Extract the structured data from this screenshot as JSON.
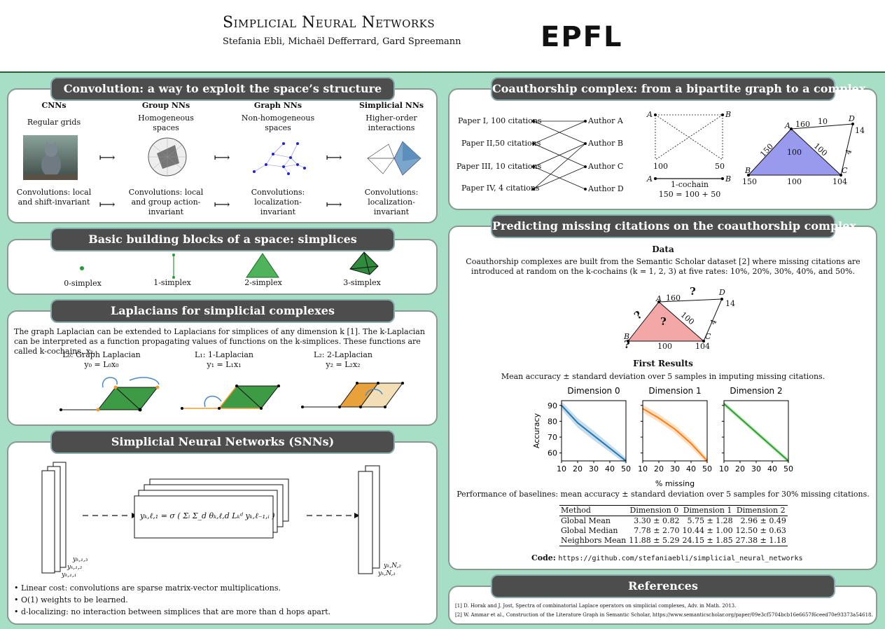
{
  "header": {
    "title": "Simplicial Neural Networks",
    "authors": "Stefania Ebli, Michaël Defferrard, Gard Spreemann",
    "logo": "EPFL"
  },
  "conv": {
    "title": "Convolution: a way to exploit the space’s structure",
    "cols": [
      {
        "name": "CNNs",
        "desc": "Regular grids",
        "prop": "Convolutions: local and shift-invariant"
      },
      {
        "name": "Group NNs",
        "desc": "Homogeneous spaces",
        "prop": "Convolutions: local and group action-invariant"
      },
      {
        "name": "Graph NNs",
        "desc": "Non-homogeneous spaces",
        "prop": "Convolutions: localization-invariant"
      },
      {
        "name": "Simplicial NNs",
        "desc": "Higher-order interactions",
        "prop": "Convolutions: localization-invariant"
      }
    ],
    "arrow": "⟼"
  },
  "blocks": {
    "title": "Basic building blocks of a space: simplices",
    "items": [
      "0-simplex",
      "1-simplex",
      "2-simplex",
      "3-simplex"
    ]
  },
  "lap": {
    "title": "Laplacians for simplicial complexes",
    "text": "The graph Laplacian can be extended to Laplacians for simplices of any dimension k [1]. The k-Laplacian can be interpreted as a function propagating values of functions on the k-simplices. These functions are called k-cochains, xₖ.",
    "items": [
      {
        "name": "L₀: Graph Laplacian",
        "eq": "y₀ = L₀x₀"
      },
      {
        "name": "L₁: 1-Laplacian",
        "eq": "y₁ = L₁x₁"
      },
      {
        "name": "L₂: 2-Laplacian",
        "eq": "y₂ = L₂x₂"
      }
    ]
  },
  "snn": {
    "title": "Simplicial Neural Networks (SNNs)",
    "formula": "yₖ,ℓ,₁ = σ ( Σᵢ Σ_d θₖ,ℓ,d Lₖᵈ yₖ,ℓ₋₁,ᵢ )",
    "left_labels": [
      "yₖ,₁,₃",
      "yₖ,₁,₂",
      "yₖ,₁,₁"
    ],
    "right_labels": [
      "yₖ,N,₂",
      "yₖ,N,₁"
    ],
    "bullets": [
      "Linear cost: convolutions are sparse matrix-vector multiplications.",
      "O(1) weights to be learned.",
      "d-localizing: no interaction between simplices that are more than d hops apart."
    ]
  },
  "coauth": {
    "title": "Coauthorship complex: from a bipartite graph to a complex",
    "papers": [
      "Paper I, 100 citations",
      "Paper II,50 citations",
      "Paper III, 10 citations",
      "Paper IV, 4 citations"
    ],
    "authors": [
      "Author A",
      "Author B",
      "Author C",
      "Author D"
    ],
    "sq_labels": {
      "a": "A",
      "b": "B",
      "l": "100",
      "r": "50"
    },
    "cochain": {
      "a": "A",
      "b": "B",
      "name": "1-cochain",
      "eq": "150 = 100 + 50"
    },
    "tri": {
      "A": "A",
      "B": "B",
      "C": "C",
      "D": "D",
      "ab": "150",
      "ac": "160",
      "ad": "10",
      "dc": "4",
      "bc": "100",
      "center": "100",
      "diag": "100",
      "Bv": "150",
      "Cv": "104",
      "Dv": "14"
    }
  },
  "pred": {
    "title": "Predicting missing citations on the coauthorship complex",
    "data_head": "Data",
    "data_text": "Coauthorship complexes are built from the Semantic Scholar dataset [2] where missing citations are introduced at random on the k-cochains (k = 1, 2, 3) at five rates: 10%, 20%, 30%, 40%, and 50%.",
    "results_head": "First Results",
    "results_text": "Mean accuracy ± standard deviation over 5 samples in imputing missing citations.",
    "baseline_text": "Performance of baselines: mean accuracy ± standard deviation over 5 samples for 30% missing citations.",
    "tri": {
      "A": "A",
      "B": "B",
      "C": "C",
      "D": "D",
      "ac": "160",
      "q": "?",
      "diag": "100",
      "dc": "4",
      "bc": "100",
      "Cv": "104",
      "Dv": "14"
    },
    "table": {
      "header": [
        "Method",
        "Dimension 0",
        "Dimension 1",
        "Dimension 2"
      ],
      "rows": [
        [
          "Global Mean",
          "3.30 ± 0.82",
          "5.75 ± 1.28",
          "2.96 ± 0.49"
        ],
        [
          "Global Median",
          "7.78 ± 2.70",
          "10.44 ± 1.00",
          "12.50 ± 0.63"
        ],
        [
          "Neighbors Mean",
          "11.88 ± 5.29",
          "24.15 ± 1.85",
          "27.38 ± 1.18"
        ]
      ]
    },
    "code_label": "Code:",
    "code_url": "https://github.com/stefaniaebli/simplicial_neural_networks"
  },
  "chart_data": {
    "type": "line",
    "ylabel": "Accuracy",
    "xlabel": "% missing",
    "xticks": [
      10,
      20,
      30,
      40,
      50
    ],
    "yticks": [
      60,
      70,
      80,
      90
    ],
    "xlim": [
      10,
      50
    ],
    "ylim": [
      55,
      93
    ],
    "panels": [
      {
        "name": "Dimension 0",
        "color": "#1f77b4",
        "x": [
          10,
          20,
          30,
          40,
          50
        ],
        "values": [
          90,
          79,
          71,
          63,
          55
        ],
        "std": [
          2.5,
          3,
          3,
          2.5,
          2
        ]
      },
      {
        "name": "Dimension 1",
        "color": "#ff7f0e",
        "x": [
          10,
          20,
          30,
          40,
          50
        ],
        "values": [
          88,
          82,
          75,
          66,
          55
        ],
        "std": [
          2.5,
          2.5,
          2.5,
          2.5,
          2
        ]
      },
      {
        "name": "Dimension 2",
        "color": "#2ca02c",
        "x": [
          10,
          20,
          30,
          40,
          50
        ],
        "values": [
          91,
          82,
          73,
          64,
          55
        ],
        "std": [
          1.5,
          1.5,
          1.5,
          1.5,
          1.5
        ]
      }
    ]
  },
  "refs": {
    "title": "References",
    "items": [
      "[1] D. Horak and J. Jost, Spectra of combinatorial Laplace operators on simplicial complexes, Adv. in Math. 2013.",
      "[2] W. Ammar et al., Construction of the Literature Graph in Semantic Scholar, https://www.semanticscholar.org/paper/09e3cf5704bcb16e6657f6ceed70e93373a54618."
    ]
  }
}
